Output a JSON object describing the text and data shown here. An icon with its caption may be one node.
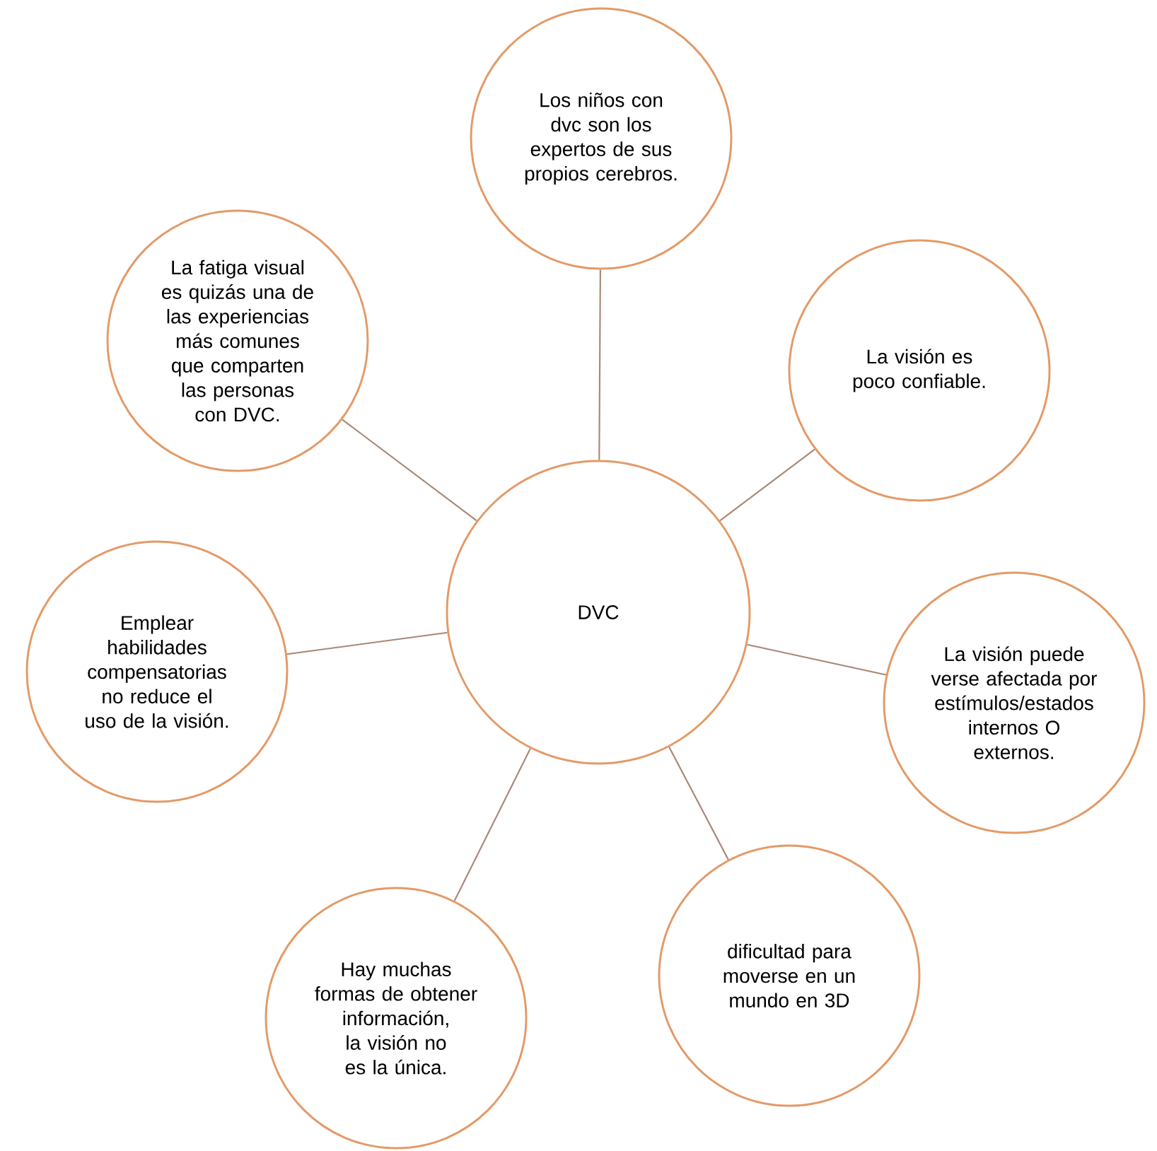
{
  "diagram": {
    "nodes": [
      {
        "text": [
          "Los niños con dvc son los expertos de sus propios cerebros."
        ]
      },
      {
        "text": [
          "La fatiga visual es quizás una de las experiencias más comunes que comparten las personas con DVC."
        ]
      },
      {
        "text": [
          "La visión es poco confiable."
        ]
      },
      {
        "text": [
          "DVC"
        ]
      },
      {
        "text": [
          "Emplear habilidades compensatorias no reduce el uso de la visión."
        ]
      },
      {
        "text": [
          "La visión puede verse afectada por estímulos/estados internos O externos."
        ]
      },
      {
        "text": [
          "Hay muchas formas de obtener información, la visión no es la única."
        ]
      },
      {
        "text": [
          "dificultad para moverse en un mundo en 3D"
        ]
      }
    ],
    "edges": [
      {
        "from": 3,
        "to": 0,
        "arrow": "none"
      },
      {
        "from": 3,
        "to": 1,
        "arrow": "none"
      },
      {
        "from": 3,
        "to": 2,
        "arrow": "none"
      },
      {
        "from": 3,
        "to": 4,
        "arrow": "none"
      },
      {
        "from": 3,
        "to": 5,
        "arrow": "none"
      },
      {
        "from": 3,
        "to": 6,
        "arrow": "none"
      },
      {
        "from": 3,
        "to": 7,
        "arrow": "none"
      }
    ]
  }
}
